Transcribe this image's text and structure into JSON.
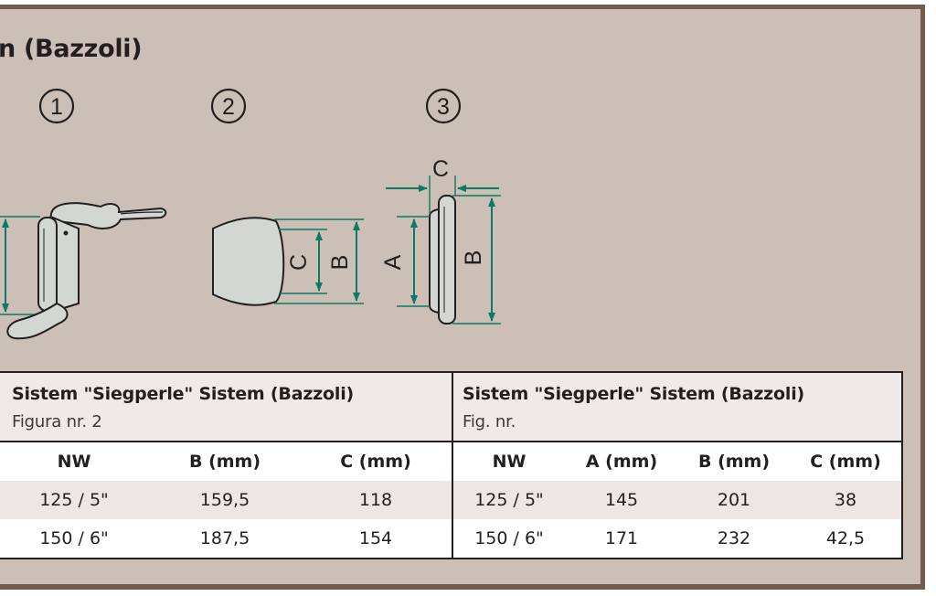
{
  "heading": "n (Bazzoli)",
  "figures": [
    {
      "number": "1"
    },
    {
      "number": "2",
      "dimension_labels": [
        "C",
        "B"
      ]
    },
    {
      "number": "3",
      "dimension_labels": [
        "C",
        "A",
        "B"
      ]
    }
  ],
  "colors": {
    "frame": "#735a4c",
    "background": "#cbbfb8",
    "dimension_lines": "#0e7a5f",
    "part_fill": "#d3d7d1"
  },
  "tables": [
    {
      "title": "Sistem \"Siegperle\" Sistem (Bazzoli)",
      "subtitle": "Figura nr. 2",
      "columns": [
        "NW",
        "B (mm)",
        "C (mm)"
      ],
      "rows": [
        [
          "125 / 5\"",
          "159,5",
          "118"
        ],
        [
          "150 / 6\"",
          "187,5",
          "154"
        ]
      ]
    },
    {
      "title": "Sistem \"Siegperle\" Sistem (Bazzoli)",
      "subtitle": "Fig. nr.",
      "columns": [
        "NW",
        "A (mm)",
        "B (mm)",
        "C (mm)"
      ],
      "rows": [
        [
          "125 / 5\"",
          "145",
          "201",
          "38"
        ],
        [
          "150 / 6\"",
          "171",
          "232",
          "42,5"
        ]
      ]
    }
  ]
}
